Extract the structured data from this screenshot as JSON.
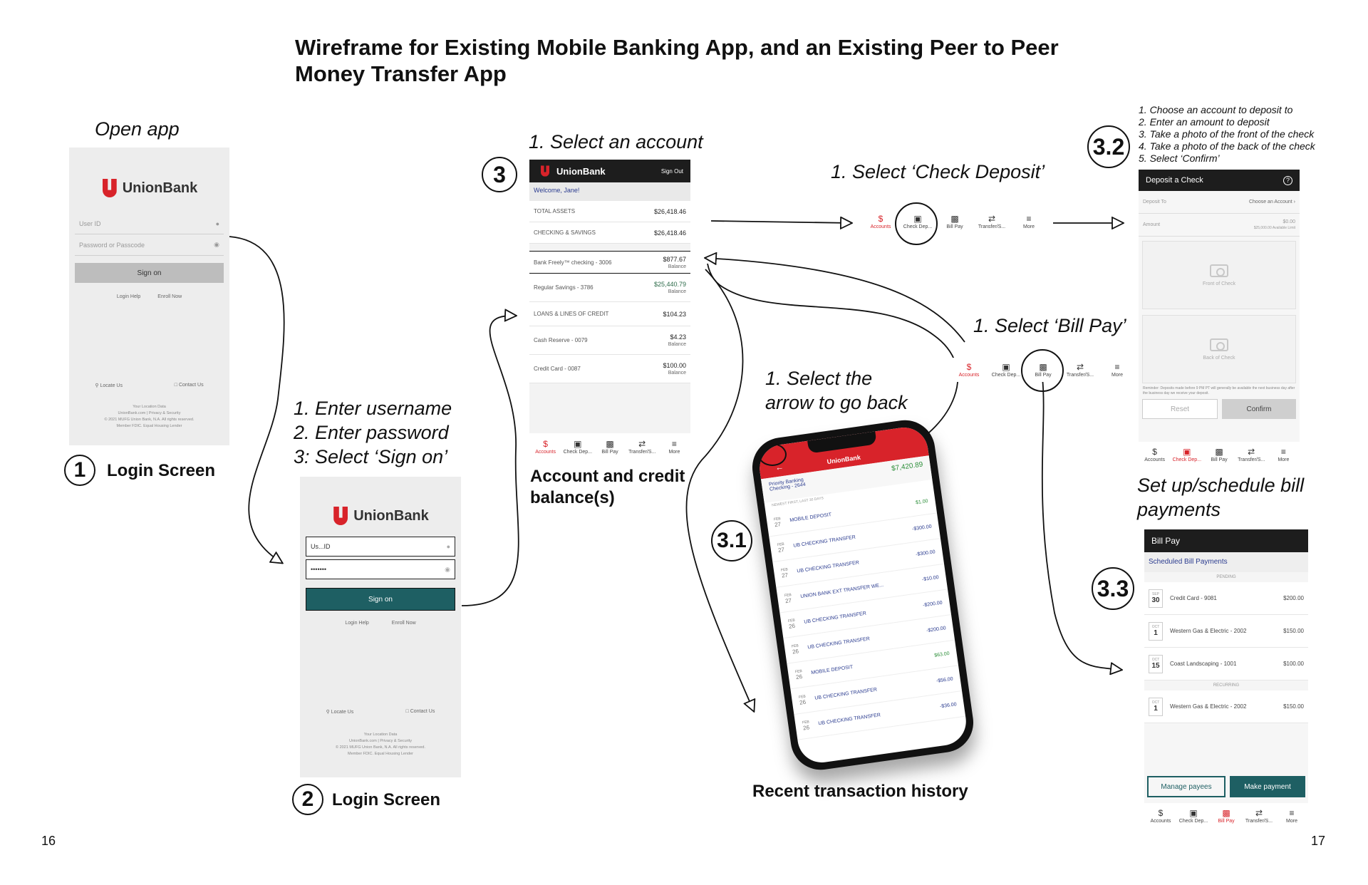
{
  "title": "Wireframe for Existing Mobile Banking App, and an Existing Peer to Peer Money Transfer App",
  "pages": {
    "left": "16",
    "right": "17"
  },
  "labels": {
    "open_app": "Open app",
    "enter_steps": [
      "1. Enter username",
      "2. Enter password",
      "3: Select ‘Sign on’"
    ],
    "select_account": "1. Select an account",
    "select_check_deposit": "1. Select ‘Check Deposit’",
    "select_bill_pay": "1. Select ‘Bill Pay’",
    "go_back": [
      "1. Select the",
      "arrow to go back"
    ],
    "deposit_steps": [
      "1. Choose an account to deposit to",
      "2. Enter an amount to deposit",
      "3. Take a photo of the front of the check",
      "4. Take a photo of the back of the check",
      "5. Select ‘Confirm’"
    ]
  },
  "steps": {
    "s1": {
      "num": "1",
      "caption": "Login Screen"
    },
    "s2": {
      "num": "2",
      "caption": "Login Screen"
    },
    "s3": {
      "num": "3",
      "caption": "Account and credit balance(s)"
    },
    "s31": {
      "num": "3.1",
      "caption": "Recent transaction history"
    },
    "s32": {
      "num": "3.2"
    },
    "s33": {
      "num": "3.3",
      "caption": "Set up/schedule bill payments"
    }
  },
  "login": {
    "brand": "UnionBank",
    "user_placeholder": "User ID",
    "pass_placeholder": "Password or Passcode",
    "sign_on": "Sign on",
    "login_help": "Login Help",
    "enroll": "Enroll Now",
    "locate": "Locate Us",
    "contact": "Contact Us",
    "footer": [
      "Your Location Data",
      "UnionBank.com  |  Privacy & Security",
      "© 2021 MUFG Union Bank, N.A. All rights reserved.",
      "Member FDIC. Equal Housing Lender"
    ],
    "filled_user": "Us...ID",
    "filled_pass": "•••••••"
  },
  "accounts": {
    "brand": "UnionBank",
    "sign_out": "Sign Out",
    "welcome": "Welcome, Jane!",
    "rows": [
      {
        "name": "TOTAL ASSETS",
        "amount": "$26,418.46",
        "sub": ""
      },
      {
        "name": "CHECKING & SAVINGS",
        "amount": "$26,418.46",
        "sub": ""
      },
      {
        "name": "Bank Freely™ checking - 3006",
        "amount": "$877.67",
        "sub": "Balance"
      },
      {
        "name": "Regular Savings - 3786",
        "amount": "$25,440.79",
        "sub": "Balance"
      },
      {
        "name": "LOANS & LINES OF CREDIT",
        "amount": "$104.23",
        "sub": ""
      },
      {
        "name": "Cash Reserve - 0079",
        "amount": "$4.23",
        "sub": "Balance"
      },
      {
        "name": "Credit Card - 0087",
        "amount": "$100.00",
        "sub": "Balance"
      }
    ]
  },
  "nav": [
    "Accounts",
    "Check Dep...",
    "Bill Pay",
    "Transfer/S...",
    "More"
  ],
  "nav_icons": {
    "accounts": "dollar-icon",
    "check": "check-scan-icon",
    "bill": "bill-icon",
    "transfer": "transfer-icon",
    "more": "menu-icon"
  },
  "transactions": {
    "brand": "UnionBank",
    "account": "Priority Banking Checking - 2644",
    "balance": "$7,420.89",
    "header": "NEWEST FIRST, LAST 30 DAYS",
    "items": [
      {
        "mon": "FEB",
        "day": "27",
        "name": "MOBILE DEPOSIT",
        "amt": "$1.00",
        "pos": true
      },
      {
        "mon": "FEB",
        "day": "27",
        "name": "UB CHECKING TRANSFER",
        "amt": "-$300.00",
        "pos": false
      },
      {
        "mon": "FEB",
        "day": "27",
        "name": "UB CHECKING TRANSFER",
        "amt": "-$300.00",
        "pos": false
      },
      {
        "mon": "FEB",
        "day": "27",
        "name": "UNION BANK EXT TRANSFER WE...",
        "amt": "-$10.00",
        "pos": false
      },
      {
        "mon": "FEB",
        "day": "26",
        "name": "UB CHECKING TRANSFER",
        "amt": "-$200.00",
        "pos": false
      },
      {
        "mon": "FEB",
        "day": "26",
        "name": "UB CHECKING TRANSFER",
        "amt": "-$200.00",
        "pos": false
      },
      {
        "mon": "FEB",
        "day": "26",
        "name": "MOBILE DEPOSIT",
        "amt": "$63.00",
        "pos": true
      },
      {
        "mon": "FEB",
        "day": "26",
        "name": "UB CHECKING TRANSFER",
        "amt": "-$56.00",
        "pos": false
      },
      {
        "mon": "FEB",
        "day": "26",
        "name": "UB CHECKING TRANSFER",
        "amt": "-$36.00",
        "pos": false
      }
    ]
  },
  "deposit": {
    "header": "Deposit a Check",
    "deposit_to": "Deposit To",
    "choose": "Choose an Account",
    "amount": "Amount",
    "amount_val": "$0.00",
    "limit": "$25,000.00 Available Limit",
    "front": "Front of Check",
    "back": "Back of Check",
    "reminder": "Reminder: Deposits made before 9 PM PT will generally be available the next business day after the business day we receive your deposit.",
    "reset": "Reset",
    "confirm": "Confirm"
  },
  "billpay": {
    "header": "Bill Pay",
    "scheduled": "Scheduled Bill Payments",
    "pending": "PENDING",
    "recurring": "RECURRING",
    "items": [
      {
        "mon": "SEP",
        "day": "30",
        "name": "Credit Card - 9081",
        "amt": "$200.00"
      },
      {
        "mon": "OCT",
        "day": "1",
        "name": "Western Gas & Electric - 2002",
        "amt": "$150.00"
      },
      {
        "mon": "OCT",
        "day": "15",
        "name": "Coast Landscaping - 1001",
        "amt": "$100.00"
      }
    ],
    "recurring_item": {
      "mon": "OCT",
      "day": "1",
      "name": "Western Gas & Electric - 2002",
      "amt": "$150.00"
    },
    "manage": "Manage payees",
    "make": "Make payment"
  }
}
